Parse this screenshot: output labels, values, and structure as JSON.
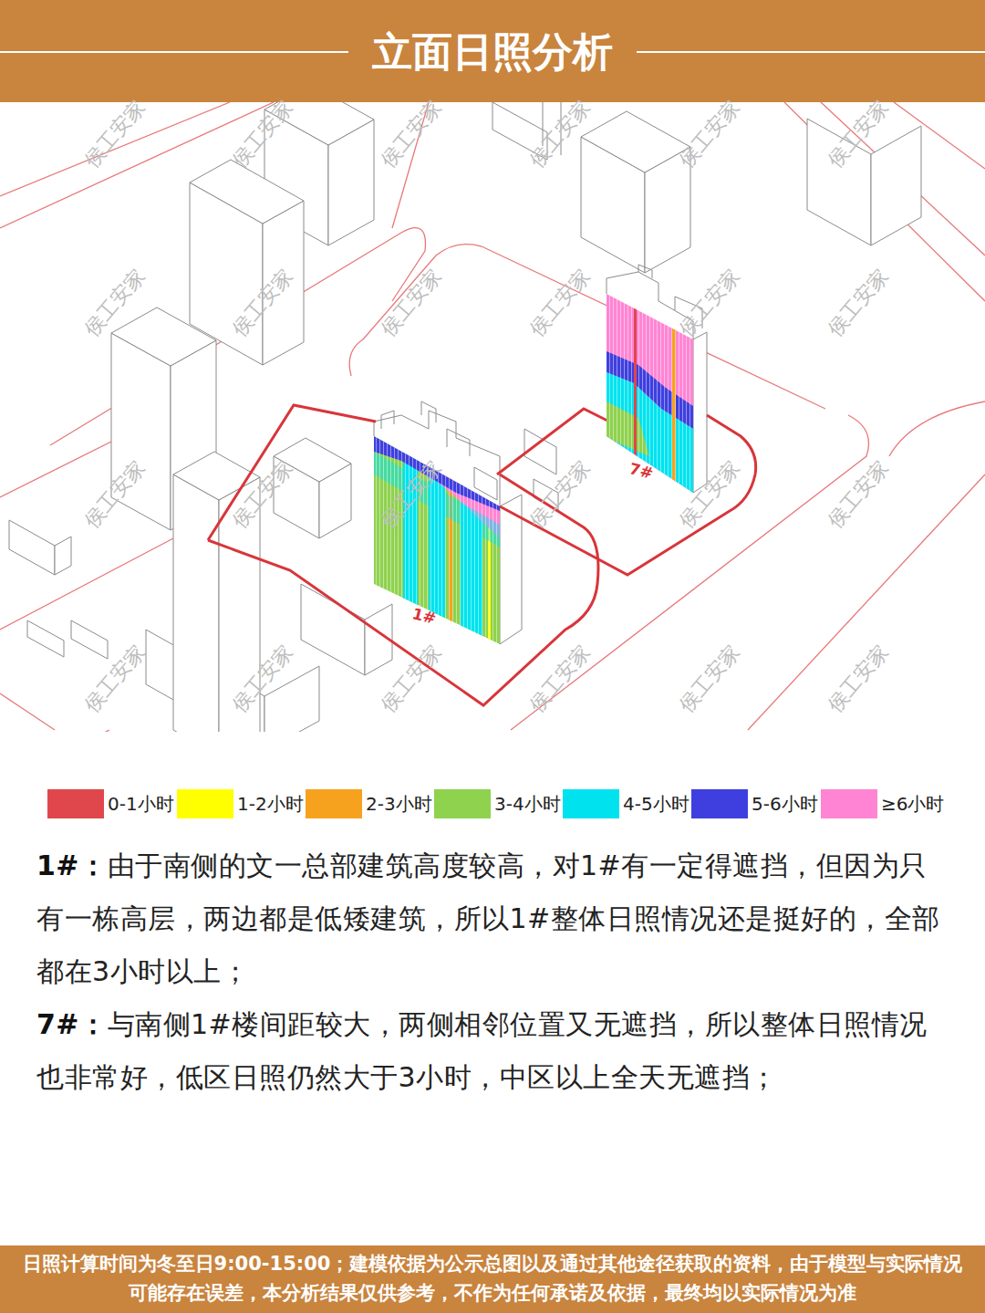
{
  "diagram": {
    "title": "立面日照分析",
    "caption": "日照计算时间为冬至日9:00-15:00；建模依据为公示总图以及通过其他途径获取的资料，由于模型与实际情况可能存在误差，本分析结果仅供参考，不作为任何承诺及依据，最终均以实际情况为准",
    "labels": [
      "1#",
      "7#",
      "侯工安家",
      "侯工安家",
      "侯工安家",
      "侯工安家",
      "侯工安家",
      "侯工安家",
      "侯工安家",
      "侯工安家",
      "侯工安家",
      "侯工安家",
      "侯工安家",
      "侯工安家",
      "侯工安家",
      "侯工安家",
      "侯工安家",
      "侯工安家",
      "侯工安家",
      "侯工安家",
      "侯工安家",
      "侯工安家",
      "侯工安家",
      "侯工安家",
      "侯工安家",
      "侯工安家",
      "1#：",
      "由于南侧的文一总部建筑高度较高，对1#有一定得遮挡，但因为只有一栋高层，两边都是低矮建筑，所以1#整体日照情况还是挺好的，全部都在3小时以上；",
      "7#：",
      "与南侧1#楼间距较大，两侧相邻位置又无遮挡，所以整体日照情况也非常好，低区日照仍然大于3小时，中区以上全天无遮挡；"
    ],
    "legend": [
      {
        "text": "0-1小时",
        "color": "#e0474c"
      },
      {
        "text": "1-2小时",
        "color": "#ffff00"
      },
      {
        "text": "2-3小时",
        "color": "#f7a21e"
      },
      {
        "text": "3-4小时",
        "color": "#8fd24e"
      },
      {
        "text": "4-5小时",
        "color": "#00e3ef"
      },
      {
        "text": "5-6小时",
        "color": "#3f3fe0"
      },
      {
        "text": "≥6小时",
        "color": "#ff85d4"
      }
    ]
  }
}
